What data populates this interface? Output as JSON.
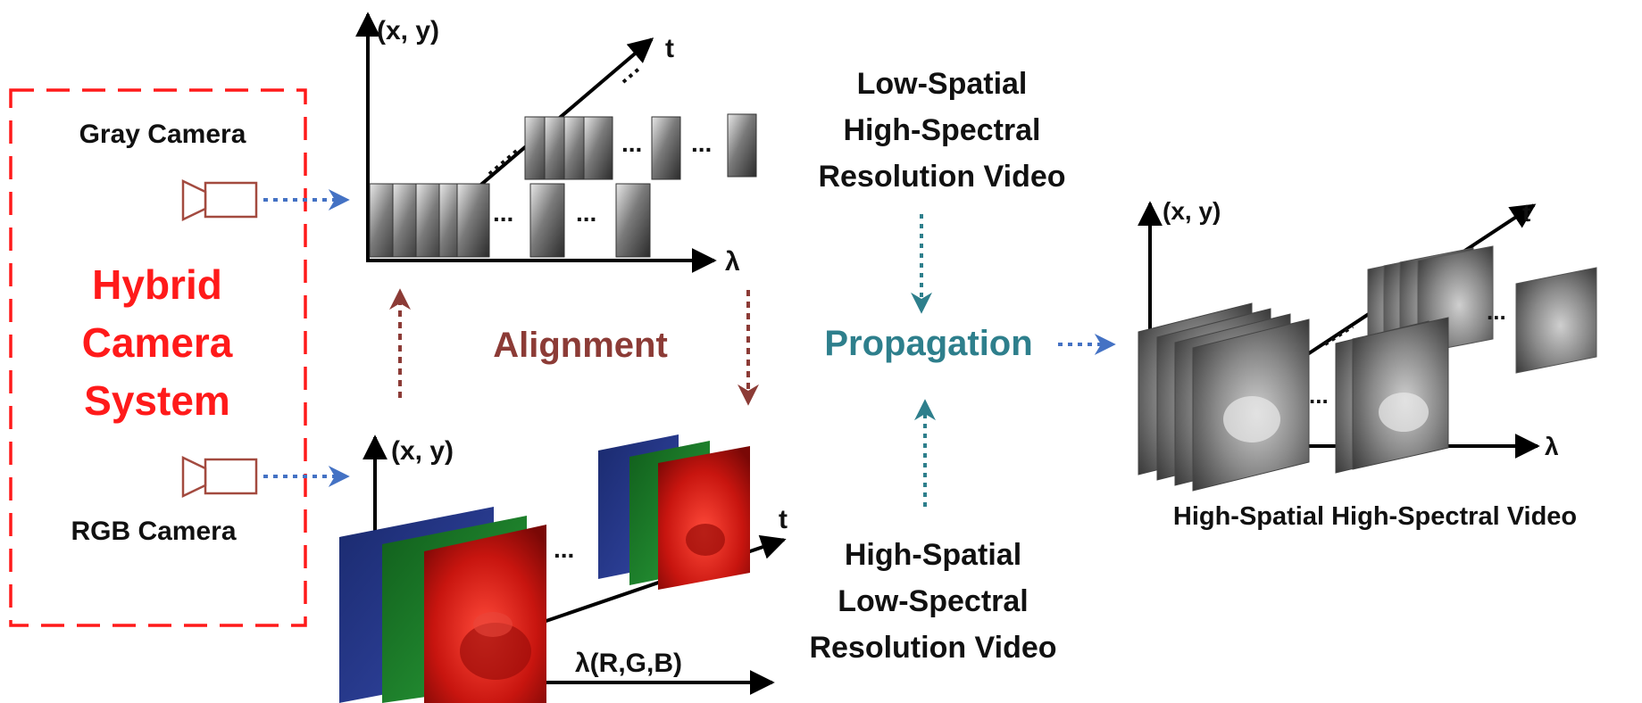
{
  "system": {
    "title_lines": [
      "Hybrid",
      "Camera",
      "System"
    ],
    "gray_camera": "Gray Camera",
    "rgb_camera": "RGB Camera",
    "accent_color": "#ff1a1a",
    "camera_icon": "video-camera-icon"
  },
  "top_plot": {
    "y_axis": "(x, y)",
    "t_axis": "t",
    "lambda_axis": "λ",
    "frame_style": "grayscale"
  },
  "bottom_plot": {
    "y_axis": "(x, y)",
    "t_axis": "t",
    "lambda_axis": "λ(R,G,B)",
    "channel_colors": [
      "#2a3d8f",
      "#1f8a2c",
      "#d8201c"
    ]
  },
  "alignment": {
    "label": "Alignment",
    "color": "#8c3b36"
  },
  "propagation": {
    "label": "Propagation",
    "color": "#2e7f8c"
  },
  "low_spatial": {
    "lines": [
      "Low-Spatial",
      "High-Spectral",
      "Resolution Video"
    ]
  },
  "high_spatial": {
    "lines": [
      "High-Spatial",
      "Low-Spectral",
      "Resolution Video"
    ]
  },
  "output": {
    "y_axis": "(x, y)",
    "t_axis": "t",
    "lambda_axis": "λ",
    "caption": "High-Spatial High-Spectral Video"
  },
  "colors": {
    "camera_link": "#4472c4",
    "propagation_link": "#2e7f8c"
  },
  "ellipsis": "..."
}
